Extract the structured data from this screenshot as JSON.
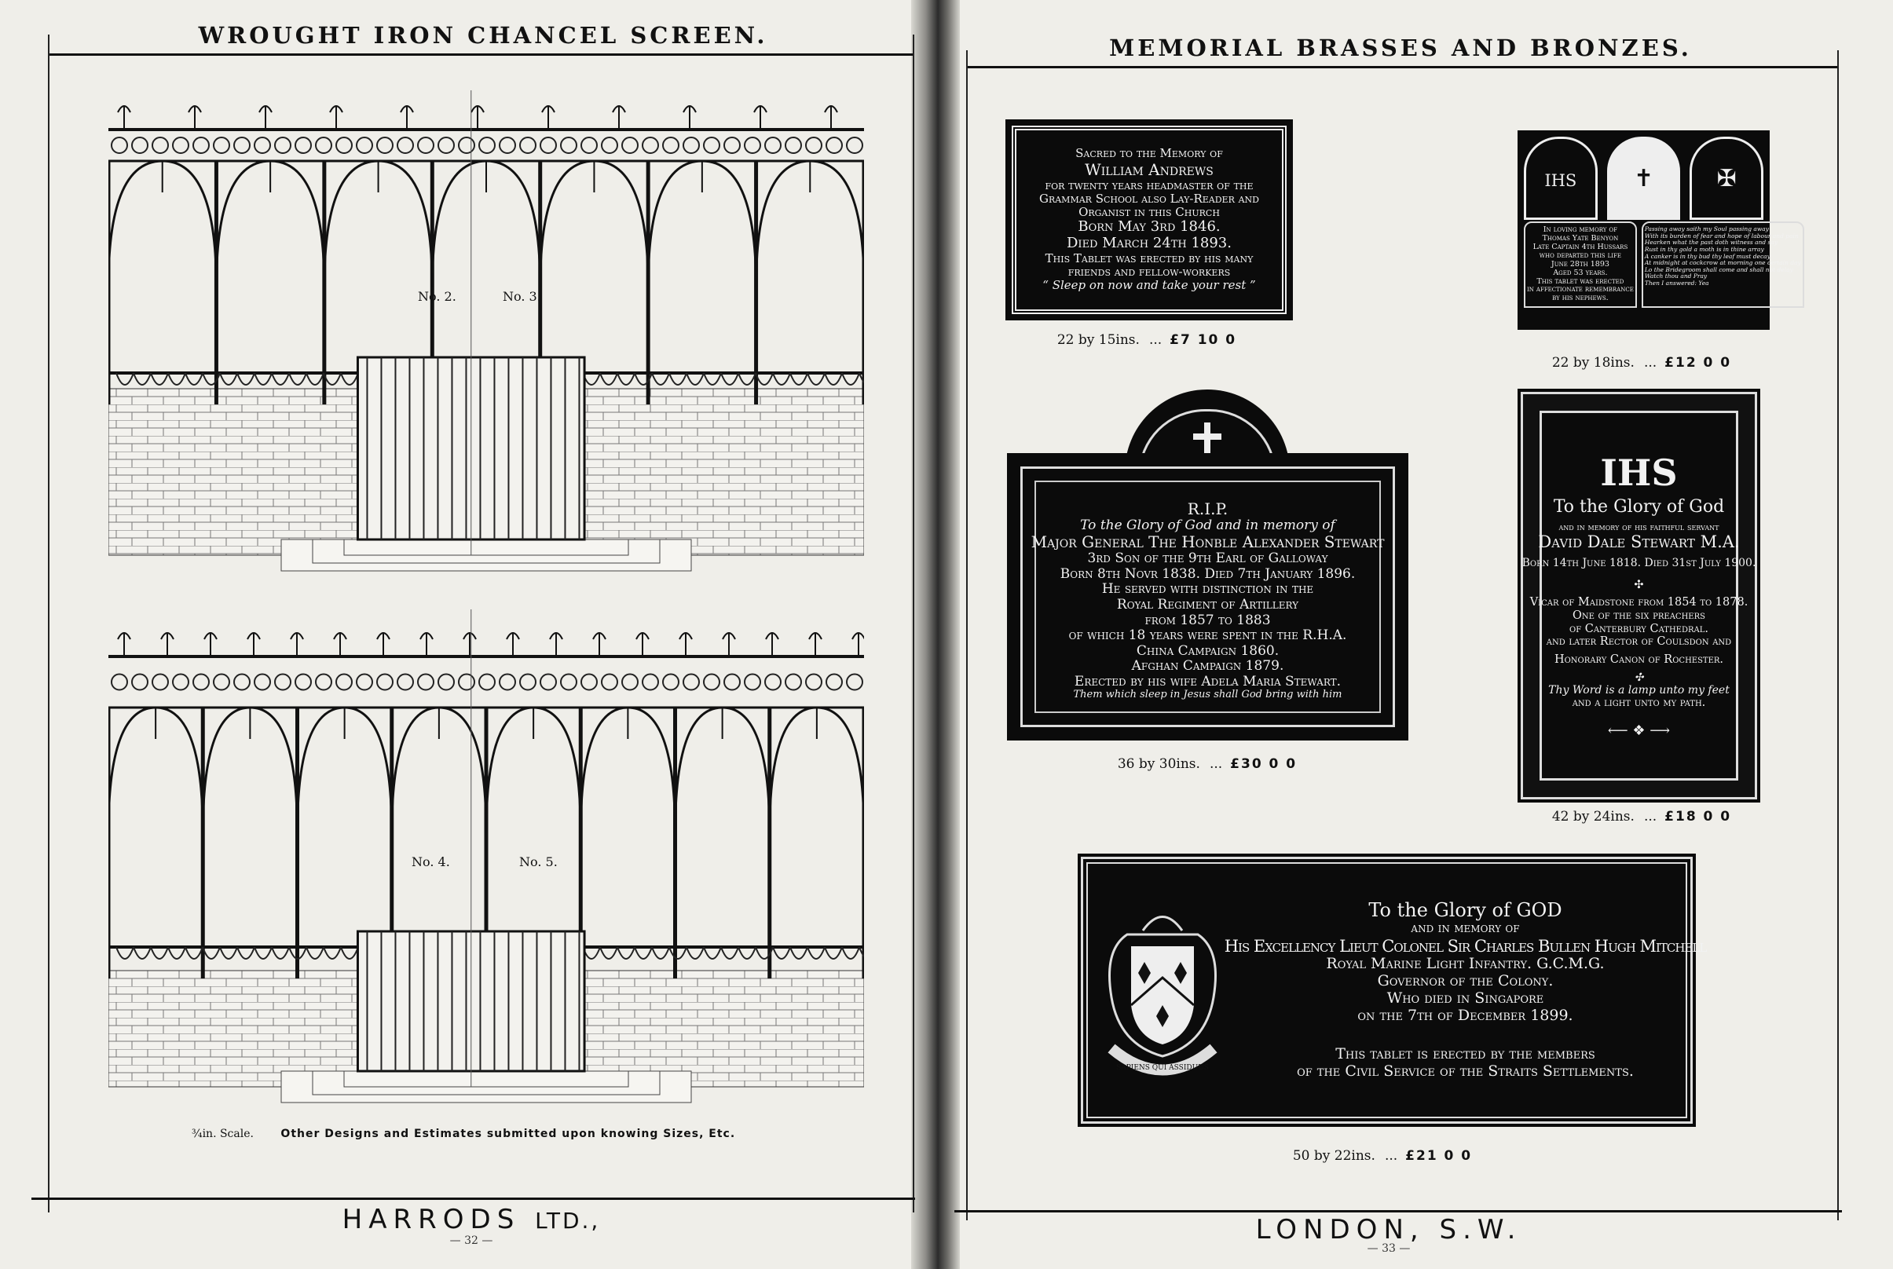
{
  "left_page": {
    "title": "WROUGHT IRON CHANCEL SCREEN.",
    "design_labels": [
      "No. 2.",
      "No. 3.",
      "No. 4.",
      "No. 5."
    ],
    "scale_note": "¾in. Scale.",
    "designs_note": "Other Designs and Estimates submitted upon knowing Sizes, Etc.",
    "footer_main": "HARRODS",
    "footer_suffix": "LTD.,",
    "page_number": "— 32 —"
  },
  "right_page": {
    "title": "MEMORIAL BRASSES AND BRONZES.",
    "footer": "LONDON, S.W.",
    "page_number": "— 33 —"
  },
  "plaques": [
    {
      "lines": [
        "Sacred to the Memory of",
        "William Andrews",
        "for twenty years headmaster of the",
        "Grammar School also Lay-Reader and",
        "Organist in this Church",
        "Born May 3rd 1846.",
        "Died March 24th 1893.",
        "This Tablet was erected by his many",
        "friends and fellow-workers",
        "“ Sleep on now and take your rest ”"
      ],
      "size": "22 by 15ins.",
      "dots": "...",
      "price": "£7  10  0"
    },
    {
      "emblems": [
        "ihs",
        "✝",
        "✠"
      ],
      "left_lines": [
        "In loving memory of",
        "Thomas Yate Benyon",
        "Late Captain 4th Hussars",
        "who departed this life",
        "June 28th 1893",
        "Aged 53 years.",
        "This tablet was erected",
        "in affectionate remembrance",
        "by his nephews."
      ],
      "right_lines": [
        "Passing away saith my Soul passing away",
        "With its burden of fear and hope of labour and pain",
        "Hearken what the past doth witness and say",
        "Rust in thy gold a moth is in thine array",
        "A canker is in thy bud thy leaf must decay",
        "At midnight at cockcrow at morning one certain day",
        "Lo the Bridegroom shall come and shall not delay",
        "Watch thou and Pray",
        "Then I answered: Yea"
      ],
      "size": "22 by 18ins.",
      "dots": "...",
      "price": "£12  0  0"
    },
    {
      "lines": [
        "R.I.P.",
        "To the Glory of God and in memory of",
        "Major General The Honble Alexander Stewart",
        "3rd Son of the 9th Earl of Galloway",
        "Born 8th Novr 1838. Died 7th January 1896.",
        "He served with distinction in the",
        "Royal Regiment of Artillery",
        "from 1857 to 1883",
        "of which 18 years were spent in the R.H.A.",
        "China Campaign 1860.",
        "Afghan Campaign 1879.",
        "Erected by his wife Adela Maria Stewart.",
        "",
        "Them which sleep in Jesus shall God bring with him"
      ],
      "size": "36 by 30ins.",
      "dots": "...",
      "price": "£30  0  0"
    },
    {
      "lines": [
        "IHS",
        "To the Glory of God",
        "and in memory of his faithful servant",
        "David Dale Stewart M.A.",
        "Born 14th June 1818. Died 31st July 1900.",
        "✣",
        "Vicar of Maidstone from 1854 to 1878.",
        "One of the six preachers",
        "of Canterbury Cathedral.",
        "and later Rector of Coulsdon and",
        "Honorary Canon of Rochester.",
        "✣",
        "Thy Word is a lamp unto my feet",
        "and a light unto my path."
      ],
      "size": "42 by 24ins.",
      "dots": "...",
      "price": "£18  0  0"
    },
    {
      "lines": [
        "To the Glory of GOD",
        "and in memory of",
        "His Excellency Lieut Colonel Sir Charles Bullen Hugh Mitchell",
        "Royal Marine Light Infantry. G.C.M.G.",
        "Governor of the Colony.",
        "Who died in Singapore",
        "on the 7th of December 1899.",
        "This tablet is erected by the members",
        "of the Civil Service of the Straits Settlements."
      ],
      "motto": "SAPIENS QUI ASSIDUUS",
      "size": "50 by 22ins.",
      "dots": "...",
      "price": "£21  0  0"
    }
  ]
}
